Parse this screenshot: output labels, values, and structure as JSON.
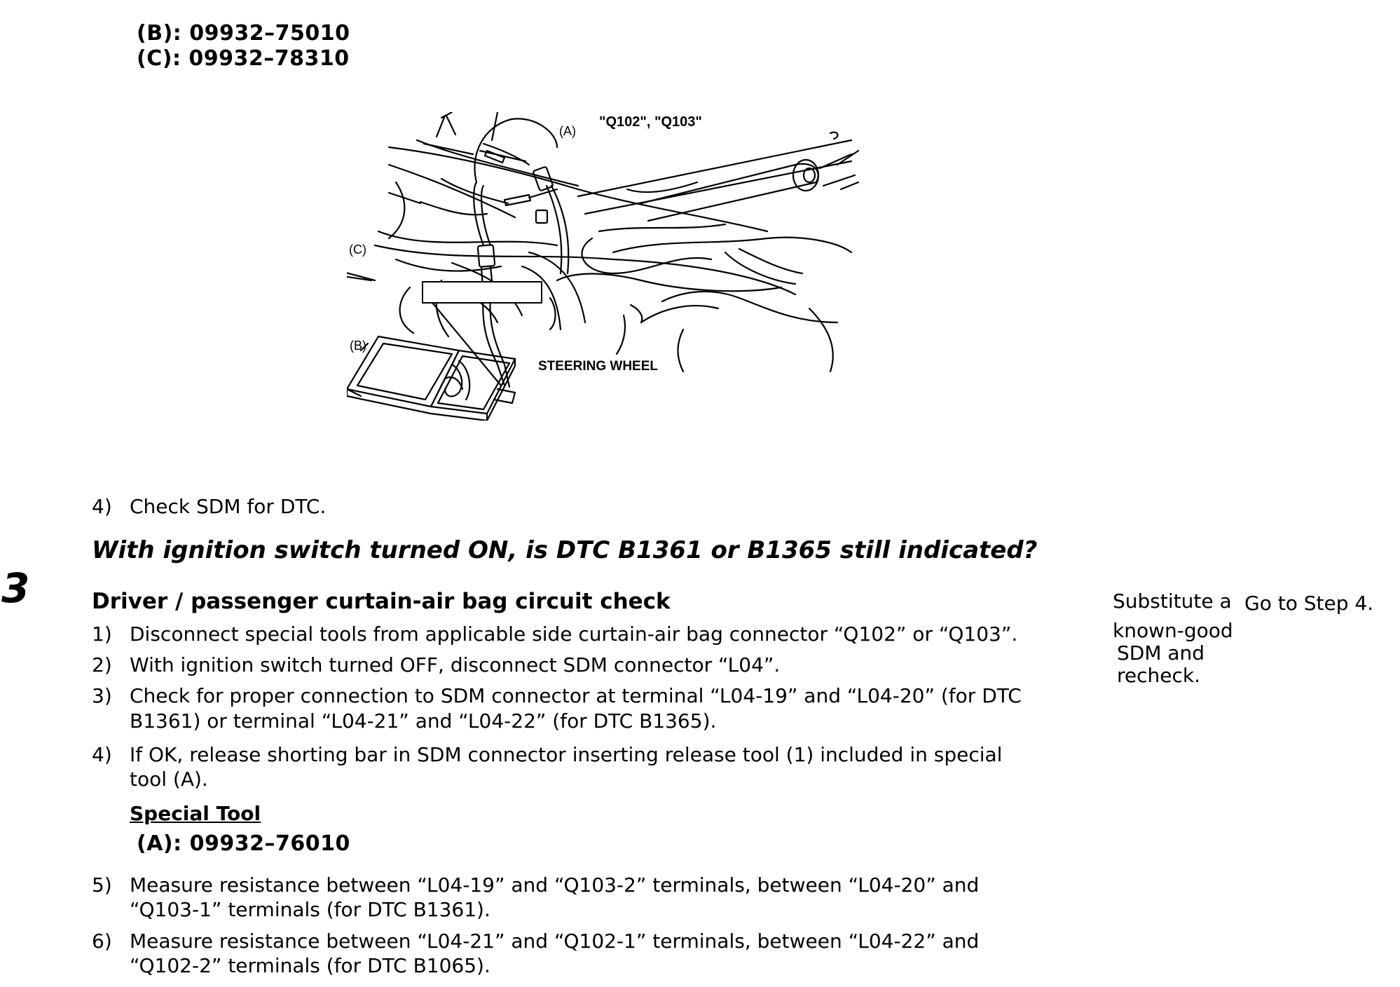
{
  "header_tools": [
    "(B): 09932–75010",
    "(C): 09932–78310"
  ],
  "figure": {
    "label_a": "(A)",
    "label_q": "\"Q102\", \"Q103\"",
    "label_c": "(C)",
    "label_b": "(B)",
    "label_steering": "STEERING WHEEL"
  },
  "prev_step": {
    "item4_num": "4)",
    "item4_text": "Check SDM for DTC.",
    "question": "With ignition switch turned ON, is DTC B1361 or B1365 still indicated?"
  },
  "step3": {
    "number": "3",
    "title": "Driver / passenger curtain-air bag circuit check",
    "items": [
      {
        "num": "1)",
        "lines": [
          "Disconnect special tools from applicable side curtain-air bag connector “Q102” or “Q103”."
        ]
      },
      {
        "num": "2)",
        "lines": [
          "With ignition switch turned OFF, disconnect SDM connector “L04”."
        ]
      },
      {
        "num": "3)",
        "lines": [
          "Check for proper connection to SDM connector at terminal “L04-19” and “L04-20” (for DTC",
          "B1361) or terminal “L04-21” and “L04-22” (for DTC B1365)."
        ]
      },
      {
        "num": "4)",
        "lines": [
          "If OK, release shorting bar in SDM connector inserting release tool (1) included in special",
          "tool (A)."
        ]
      },
      {
        "num": "5)",
        "lines": [
          "Measure resistance between “L04-19” and “Q103-2” terminals, between “L04-20” and",
          "“Q103-1” terminals (for DTC B1361)."
        ]
      },
      {
        "num": "6)",
        "lines": [
          "Measure resistance between “L04-21” and “Q102-1” terminals, between “L04-22” and",
          "“Q102-2” terminals (for DTC B1065)."
        ]
      }
    ],
    "special_tool_heading": "Special Tool",
    "special_tool_code": "(A): 09932–76010",
    "yes_action_lines": [
      "Substitute a",
      "known-good",
      "SDM and",
      "recheck."
    ],
    "no_action": "Go to Step 4."
  }
}
